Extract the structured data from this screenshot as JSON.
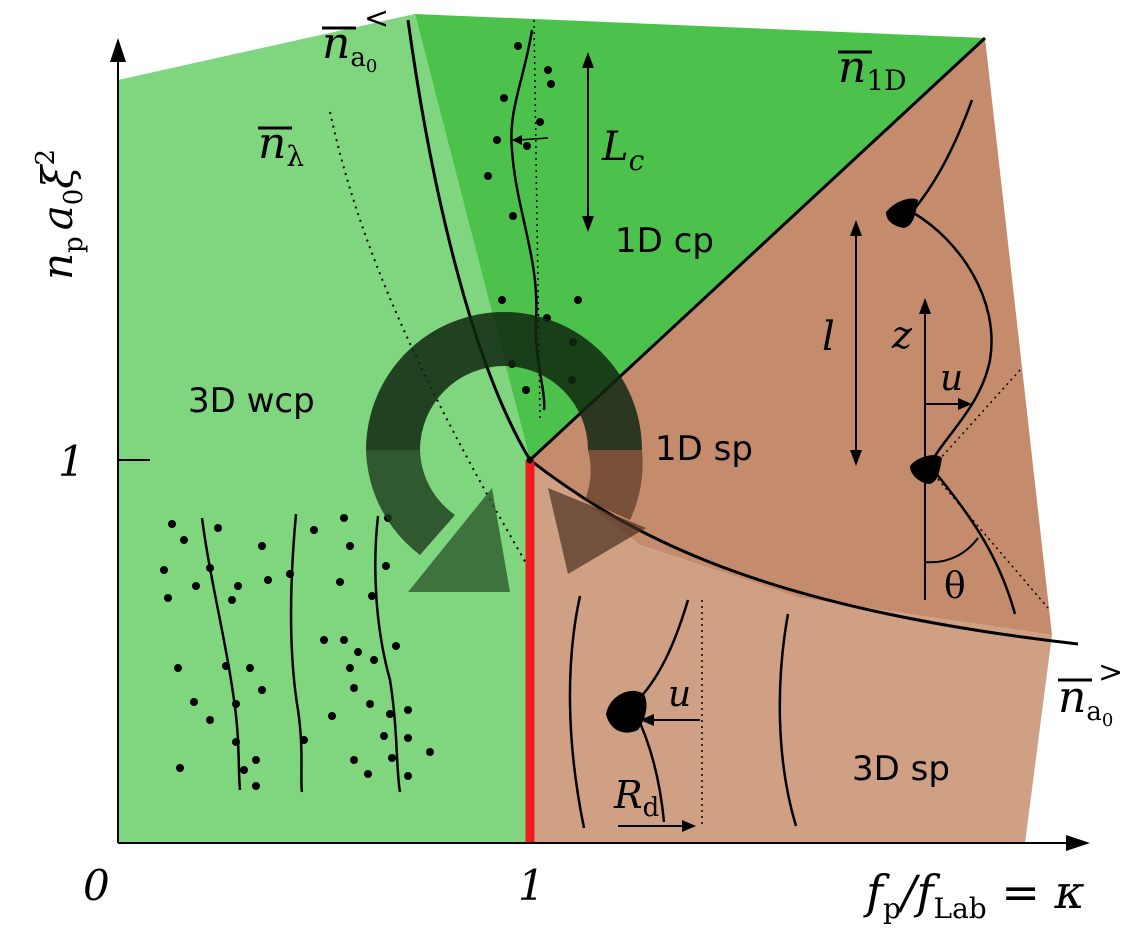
{
  "axes": {
    "x_label": {
      "base": "f",
      "sub1": "p",
      "mid": "/f",
      "sub2": "Lab",
      "tail": " = κ"
    },
    "y_label": {
      "n": "n",
      "sub_p": "p",
      "a": "a",
      "sub_0": "0",
      "xi": "ξ",
      "sup_2": "2"
    },
    "origin_tick": "0",
    "x_tick": "1",
    "y_tick": "1"
  },
  "regions": {
    "weak_cp_3d": "3D wcp",
    "cp_1d": "1D cp",
    "sp_1d": "1D sp",
    "sp_3d": "3D sp"
  },
  "curves": {
    "n_a0_less": {
      "base": "n",
      "sub": "a",
      "subsub": "0",
      "sup": "<"
    },
    "n_lambda": {
      "base": "n",
      "sub": "λ"
    },
    "n_1d": {
      "base": "n",
      "sub": "1D"
    },
    "n_a0_greater": {
      "base": "n",
      "sub": "a",
      "subsub": "0",
      "sup": ">"
    }
  },
  "annotations": {
    "collective_length": {
      "base": "L",
      "sub": "c"
    },
    "spacing": "l",
    "z_axis": "z",
    "displacement_upper": "u",
    "angle": "θ",
    "displacement_lower": "u",
    "domain_radius": {
      "base": "R",
      "sub": "d"
    }
  },
  "colors": {
    "light_green": "#7fd67f",
    "green": "#4cc24c",
    "tan": "#c48c6c",
    "light_tan": "#d0a084",
    "red_boundary": "#ee1c1c",
    "arrow_dark": "#1f3a1f"
  }
}
